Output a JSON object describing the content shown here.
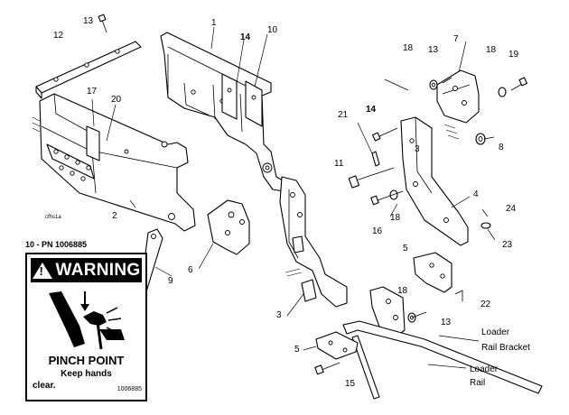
{
  "callouts": {
    "c1": "1",
    "c2": "2",
    "c3a": "3",
    "c3b": "3",
    "c4": "4",
    "c5a": "5",
    "c5b": "5",
    "c6": "6",
    "c7": "7",
    "c8": "8",
    "c9": "9",
    "c10": "10",
    "c11": "11",
    "c12": "12",
    "c13a": "13",
    "c13b": "13",
    "c13c": "13",
    "c14a": "14",
    "c14b": "14",
    "c15": "15",
    "c16": "16",
    "c17": "17",
    "c18a": "18",
    "c18b": "18",
    "c18c": "18",
    "c18d": "18",
    "c19": "19",
    "c20": "20",
    "c21": "21",
    "c22": "22",
    "c23": "23",
    "c24": "24"
  },
  "labels": {
    "loader_rail_bracket_l1": "Loader",
    "loader_rail_bracket_l2": "Rail Bracket",
    "loader_rail_l1": "Loader",
    "loader_rail_l2": "Rail",
    "drawing_id": "cfhs1a",
    "decal_part_number_caption": "10 - PN 1006885"
  },
  "decal": {
    "header": "WARNING",
    "title": "PINCH POINT",
    "line1": "Keep hands",
    "line2": "clear.",
    "part_number": "1006885"
  }
}
